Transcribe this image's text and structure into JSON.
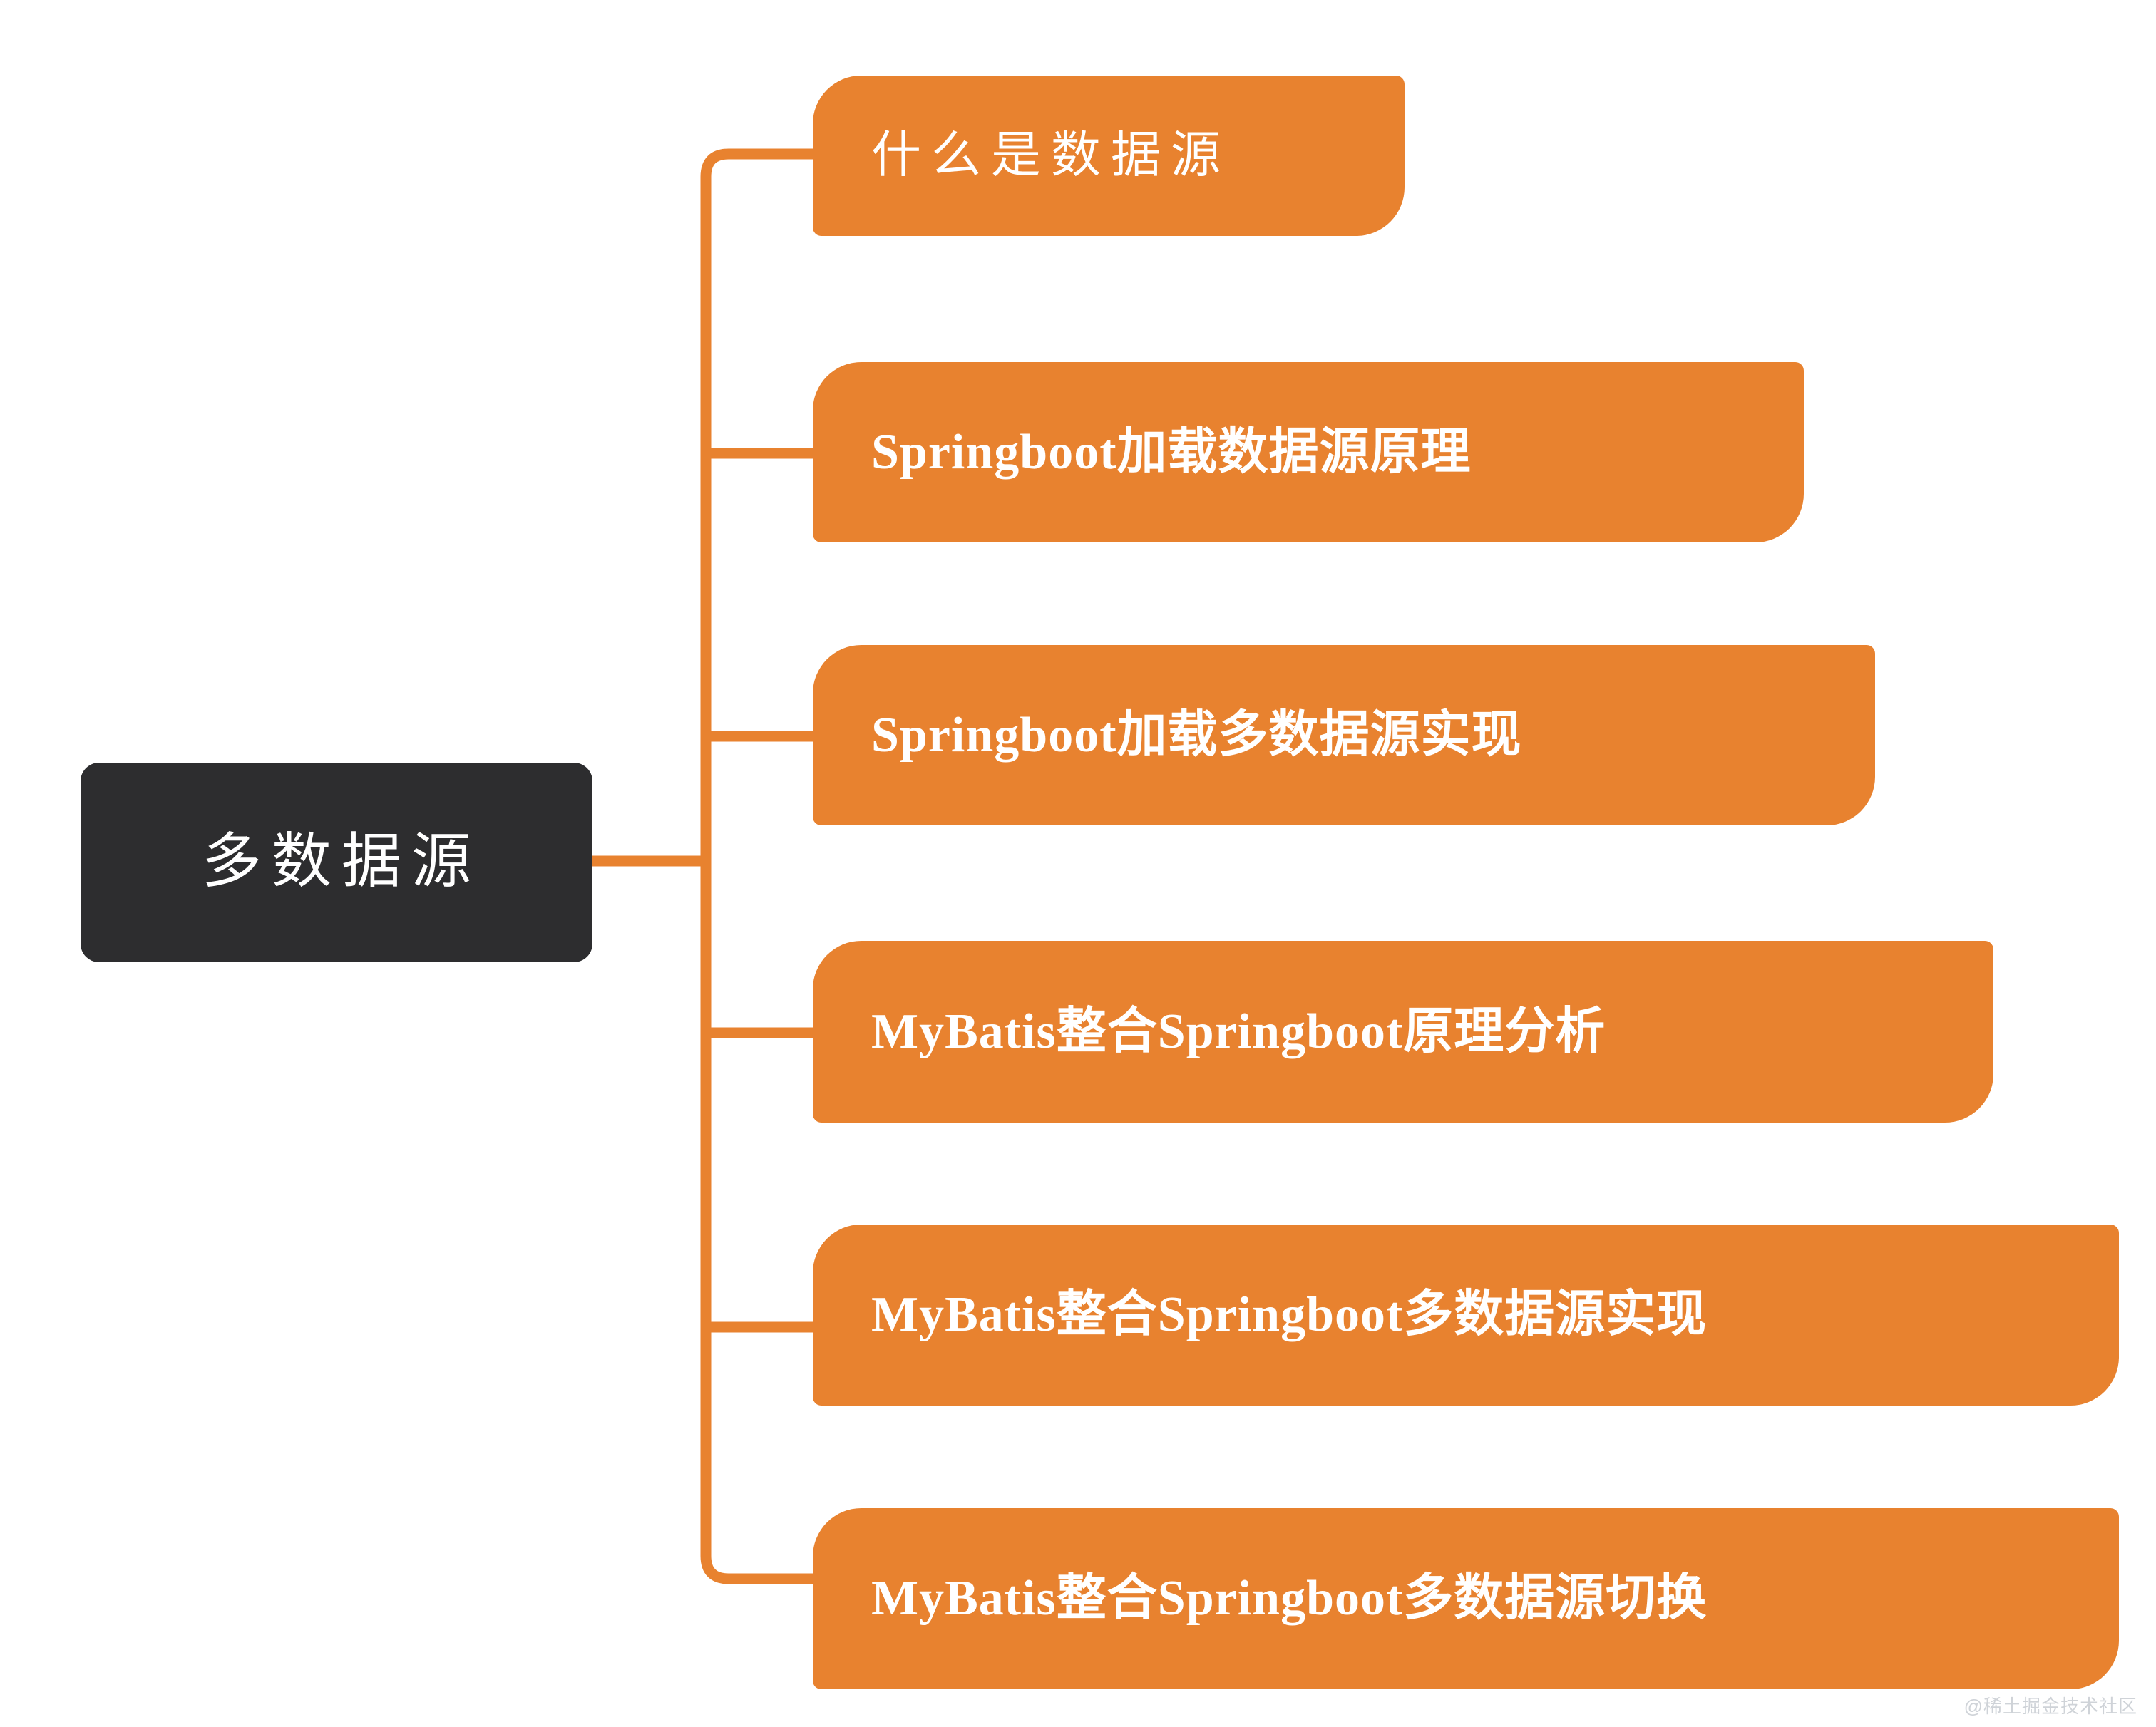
{
  "diagram": {
    "type": "mindmap",
    "orientation": "left-to-right",
    "colors": {
      "root_background": "#2d2d2f",
      "root_text": "#ffffff",
      "branch_background": "#e8822f",
      "branch_text": "#ffffff",
      "connector": "#e8822f",
      "canvas_background": "#ffffff",
      "watermark_text": "#cfd3d8"
    },
    "root": {
      "label": "多数据源"
    },
    "branches": [
      {
        "label": "什么是数据源"
      },
      {
        "label": "Springboot加载数据源原理"
      },
      {
        "label": "Springboot加载多数据源实现"
      },
      {
        "label": "MyBatis整合Springboot原理分析"
      },
      {
        "label": "MyBatis整合Springboot多数据源实现"
      },
      {
        "label": "MyBatis整合Springboot多数据源切换"
      }
    ]
  },
  "watermark": {
    "text": "@稀土掘金技术社区"
  }
}
